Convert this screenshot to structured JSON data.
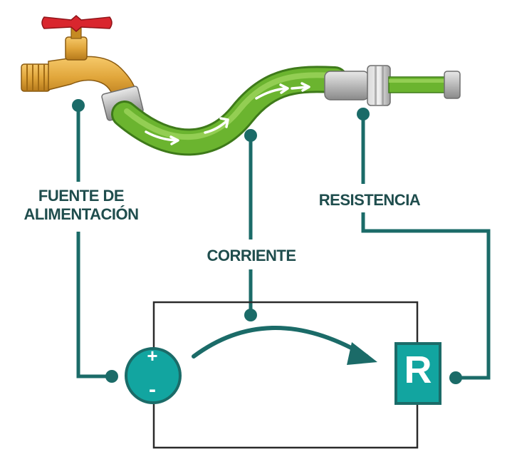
{
  "labels": {
    "power_source": "FUENTE DE\nALIMENTACIÓN",
    "current": "CORRIENTE",
    "resistance": "RESISTENCIA"
  },
  "symbols": {
    "plus": "+",
    "minus": "-",
    "resistor": "R"
  },
  "colors": {
    "teal": "#1b6b68",
    "component_fill": "#12a5a0",
    "hose_green": "#6bb42f",
    "faucet_brass": "#e0a53a",
    "handle_red": "#d9262e"
  }
}
